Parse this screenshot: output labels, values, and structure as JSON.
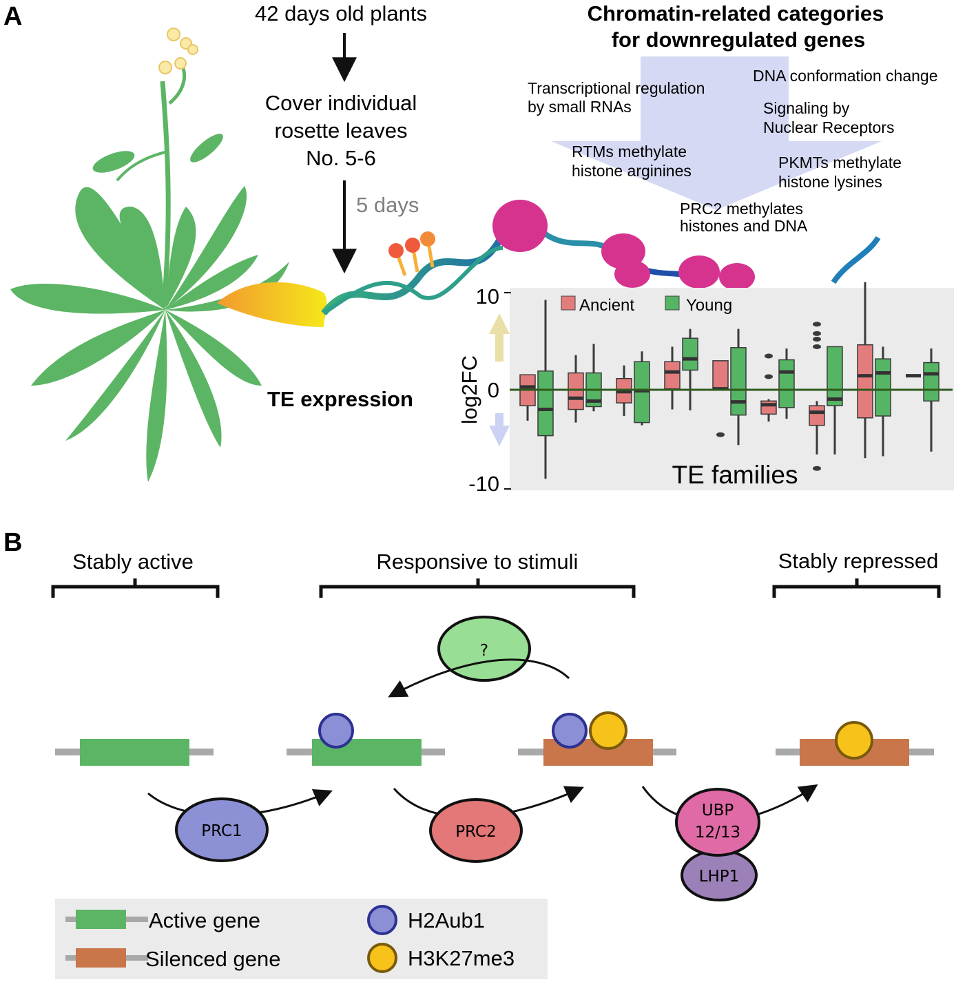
{
  "panel_a": {
    "label": "A",
    "workflow": {
      "step1": "42 days old plants",
      "step2_line1": "Cover individual",
      "step2_line2": "rosette leaves",
      "step2_line3": "No. 5-6",
      "duration": "5 days"
    },
    "categories_title_line1": "Chromatin-related categories",
    "categories_title_line2": "for downregulated genes",
    "categories": [
      {
        "line1": "Transcriptional regulation",
        "line2": "by small RNAs"
      },
      {
        "line1": "DNA conformation change",
        "line2": ""
      },
      {
        "line1": "Signaling by",
        "line2": "Nuclear Receptors"
      },
      {
        "line1": "RTMs methylate",
        "line2": "histone arginines"
      },
      {
        "line1": "PKMTs methylate",
        "line2": "histone lysines"
      },
      {
        "line1": "PRC2 methylates",
        "line2": "histones and DNA"
      }
    ],
    "te_expression_label": "TE expression"
  },
  "chart_data": {
    "type": "boxplot",
    "ylabel": "log2FC",
    "xlabel": "TE families",
    "ylim": [
      -10,
      10
    ],
    "yticks": [
      "10",
      "0",
      "-10"
    ],
    "legend": {
      "placement": "top-left",
      "entries": [
        "Ancient",
        "Young"
      ]
    },
    "colors": {
      "Ancient": "#e37d7d",
      "Young": "#55b565"
    },
    "groups": [
      {
        "ancient": {
          "min": -3.3,
          "q1": -1.7,
          "median": 0.3,
          "q3": 1.6,
          "max": 1.6
        },
        "young": {
          "min": -9.5,
          "q1": -4.9,
          "median": -2.1,
          "q3": 2.0,
          "max": 9.6
        }
      },
      {
        "ancient": {
          "min": -3.5,
          "q1": -2.1,
          "median": -0.9,
          "q3": 1.8,
          "max": 3.7
        },
        "young": {
          "min": -2.3,
          "q1": -1.8,
          "median": -1.2,
          "q3": 1.8,
          "max": 4.9
        }
      },
      {
        "ancient": {
          "min": -2.8,
          "q1": -1.4,
          "median": -0.2,
          "q3": 1.2,
          "max": 2.6
        },
        "young": {
          "min": -3.8,
          "q1": -3.5,
          "median": -0.1,
          "q3": 3.0,
          "max": 4.1
        }
      },
      {
        "ancient": {
          "min": -2.1,
          "q1": 0.1,
          "median": 1.9,
          "q3": 3.0,
          "max": 4.6
        },
        "young": {
          "min": -2.2,
          "q1": 2.1,
          "median": 3.3,
          "q3": 5.5,
          "max": 6.5
        }
      },
      {
        "ancient": {
          "min": 0.1,
          "q1": 0.1,
          "median": 0.1,
          "q3": 3.1,
          "max": 3.1,
          "outliers": [
            -4.8
          ]
        },
        "young": {
          "min": -5.9,
          "q1": -2.7,
          "median": -1.3,
          "q3": 4.5,
          "max": 6.5
        }
      },
      {
        "ancient": {
          "min": -3.4,
          "q1": -2.6,
          "median": -1.6,
          "q3": -1.2,
          "max": -1.0,
          "outliers": [
            3.6,
            1.4
          ]
        },
        "young": {
          "min": -3.1,
          "q1": -1.9,
          "median": 1.9,
          "q3": 3.2,
          "max": 4.4
        }
      },
      {
        "ancient": {
          "min": -6.9,
          "q1": -3.8,
          "median": -2.4,
          "q3": -1.7,
          "max": -1.2,
          "outliers": [
            7.0,
            6.0,
            5.4,
            4.6,
            -8.4
          ]
        },
        "young": {
          "min": -6.9,
          "q1": -1.7,
          "median": -1.0,
          "q3": 4.6,
          "max": 4.6
        }
      },
      {
        "ancient": {
          "min": -7.3,
          "q1": -3.0,
          "median": 1.5,
          "q3": 4.8,
          "max": 11.5
        },
        "young": {
          "min": -7.1,
          "q1": -2.8,
          "median": 1.8,
          "q3": 3.3,
          "max": 4.6
        }
      },
      {
        "ancient": {
          "min": 1.5,
          "q1": 1.5,
          "median": 1.5,
          "q3": 1.5,
          "max": 1.5
        },
        "young": {
          "min": -6.6,
          "q1": -1.2,
          "median": 1.7,
          "q3": 2.9,
          "max": 4.4
        }
      }
    ]
  },
  "panel_b": {
    "label": "B",
    "states": [
      "Stably active",
      "Responsive to stimuli",
      "Stably repressed"
    ],
    "unknown_factor": "?",
    "complexes": {
      "prc1": "PRC1",
      "prc2": "PRC2",
      "ubp": "UBP",
      "ubp_line2": "12/13",
      "lhp1": "LHP1"
    },
    "legend": {
      "active_gene": "Active gene",
      "silenced_gene": "Silenced gene",
      "h2aub1": "H2Aub1",
      "h3k27me3": "H3K27me3"
    }
  },
  "colors": {
    "active_gene": "#5cb565",
    "silenced_gene": "#c8764a",
    "h2aub1": "#8b8fd6",
    "h3k27me3": "#f7c21a",
    "prc1": "#8c91d6",
    "prc2": "#e47777",
    "ubp": "#e06aa6",
    "lhp1": "#9c80b8",
    "unknown": "#98de94",
    "plant": "#5cb565",
    "arrow_cloud": "#d6d9f4"
  }
}
